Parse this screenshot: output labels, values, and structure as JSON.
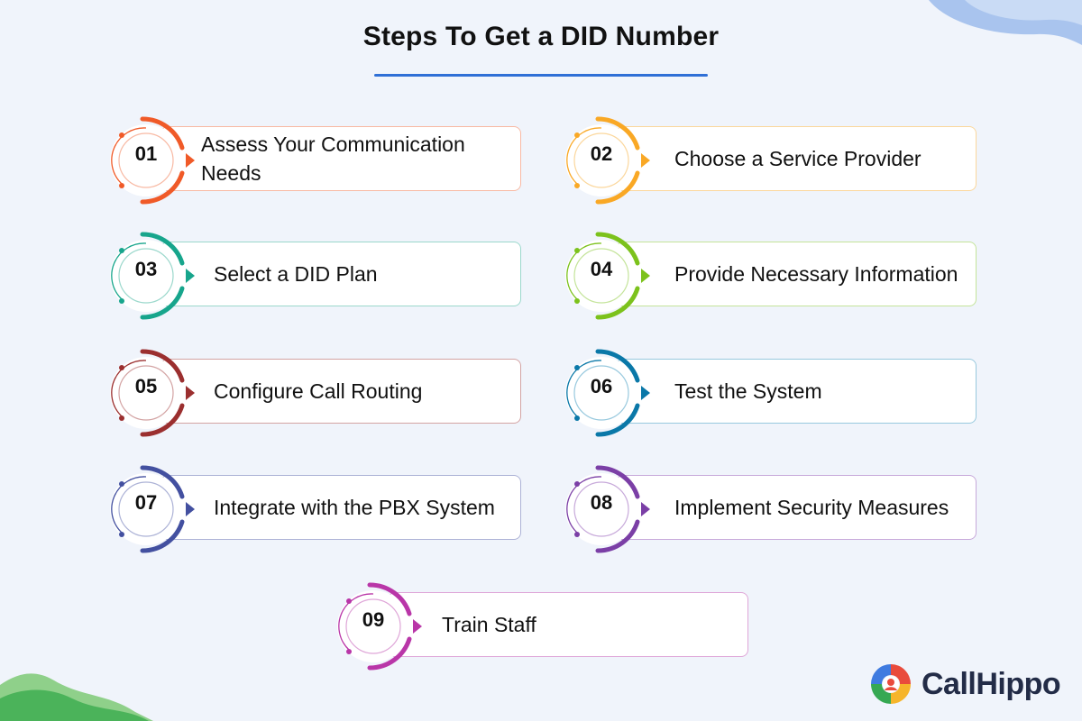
{
  "title": "Steps To Get a DID Number",
  "steps": [
    {
      "number": "01",
      "label": "Assess Your Communication Needs",
      "color": "#f05a28",
      "pale": "#f8b9a3"
    },
    {
      "number": "02",
      "label": "Choose a Service Provider",
      "color": "#f9a825",
      "pale": "#fbd79c"
    },
    {
      "number": "03",
      "label": "Select a DID Plan",
      "color": "#17a58c",
      "pale": "#9bd8cc"
    },
    {
      "number": "04",
      "label": "Provide Necessary Information",
      "color": "#7cc21c",
      "pale": "#c4e49a"
    },
    {
      "number": "05",
      "label": "Configure Call Routing",
      "color": "#9b2f2f",
      "pale": "#d3a3a3"
    },
    {
      "number": "06",
      "label": "Test the System",
      "color": "#0a78a8",
      "pale": "#98c9de"
    },
    {
      "number": "07",
      "label": "Integrate with the PBX System",
      "color": "#4350a0",
      "pale": "#acb2d6"
    },
    {
      "number": "08",
      "label": "Implement Security Measures",
      "color": "#7b3fa6",
      "pale": "#c7a9da"
    },
    {
      "number": "09",
      "label": "Train Staff",
      "color": "#b936a8",
      "pale": "#dfa6d8"
    }
  ],
  "logo": {
    "text": "CallHippo",
    "icon": "callhippo-logo-icon"
  }
}
